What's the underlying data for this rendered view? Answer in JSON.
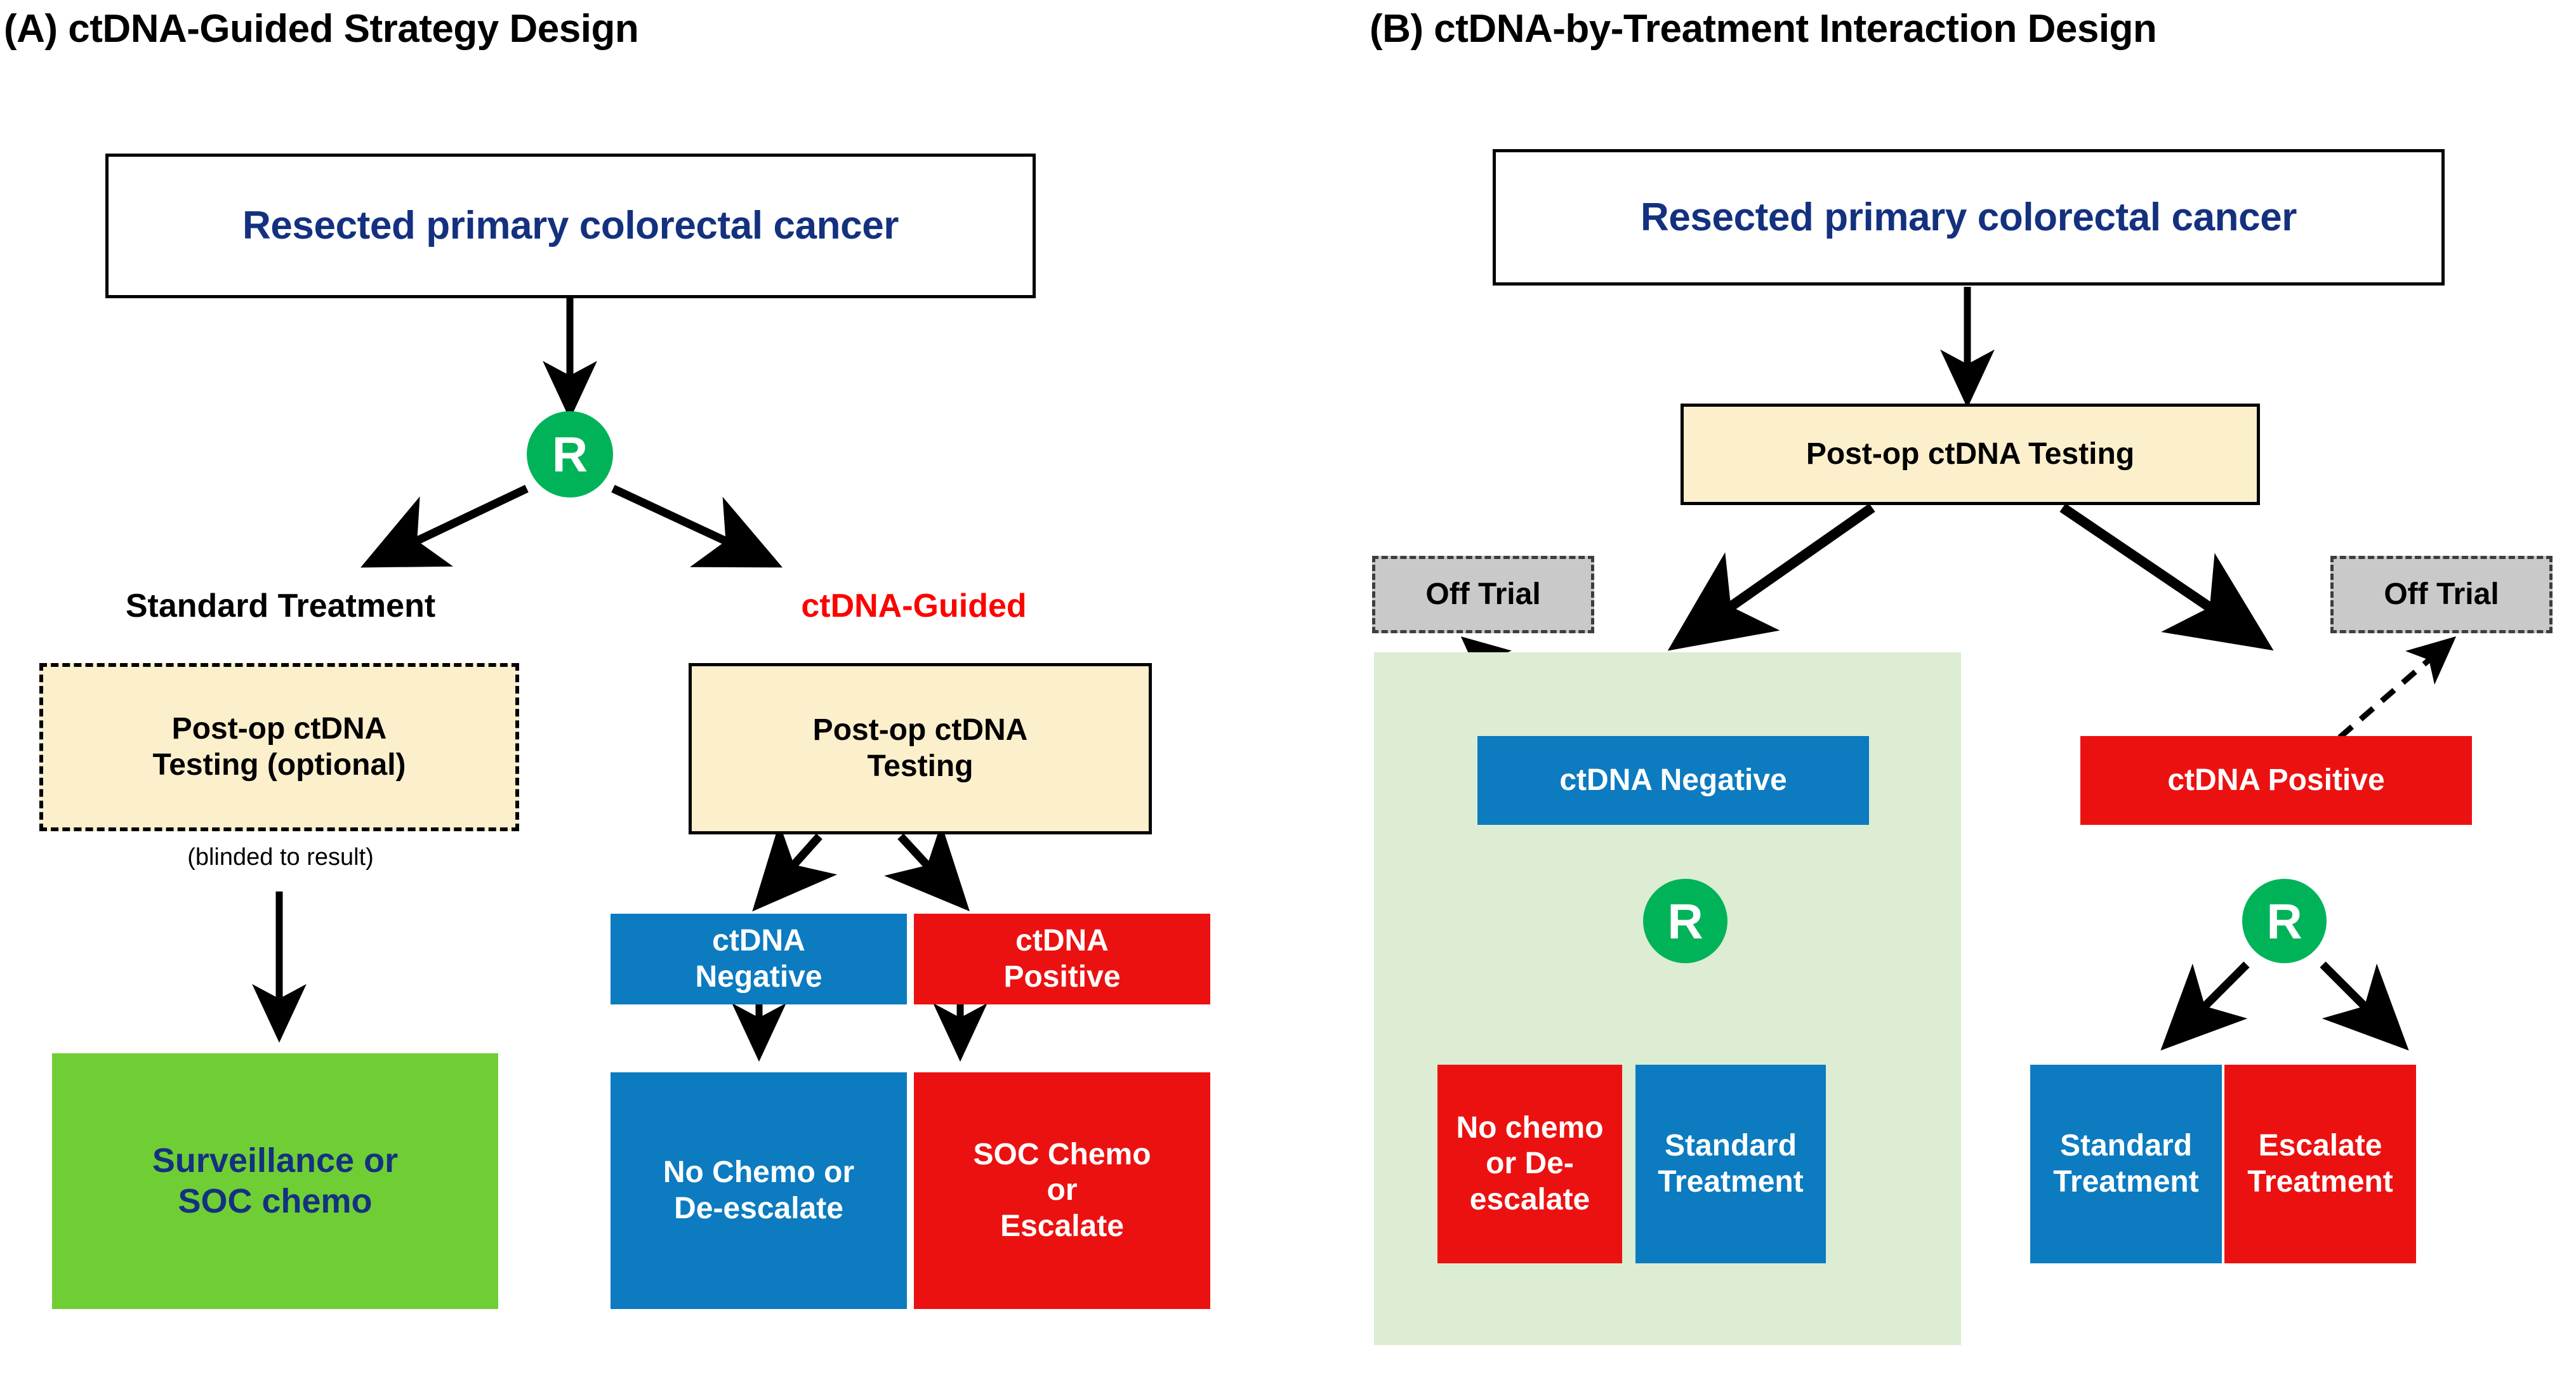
{
  "figure": {
    "background": "#ffffff",
    "panels": [
      {
        "id": "A",
        "title": "(A) ctDNA-Guided Strategy Design",
        "head_box": "Resected primary colorectal cancer",
        "randomization_symbol": "R",
        "arms": [
          {
            "label": "Standard Treatment",
            "label_color": "#000000",
            "nodes": [
              {
                "text": "Post-op ctDNA Testing (optional)",
                "fill": "#FCEFCC",
                "border": "dashed"
              },
              {
                "text": "Surveillance or SOC chemo",
                "fill": "#70CE35",
                "text_color": "#14317F"
              }
            ],
            "note": "(blinded to result)"
          },
          {
            "label": "ctDNA-Guided",
            "label_color": "#FF0000",
            "nodes": [
              {
                "text": "Post-op ctDNA Testing",
                "fill": "#FCEFCC",
                "border": "solid"
              },
              {
                "text": "ctDNA Negative",
                "fill": "#0C7BC0",
                "text_color": "#FFFFFF"
              },
              {
                "text": "ctDNA Positive",
                "fill": "#EC1111",
                "text_color": "#FFFFFF"
              },
              {
                "text": "No Chemo or De-escalate",
                "fill": "#0C7BC0",
                "text_color": "#FFFFFF"
              },
              {
                "text": "SOC Chemo or Escalate",
                "fill": "#EC1111",
                "text_color": "#FFFFFF"
              }
            ]
          }
        ]
      },
      {
        "id": "B",
        "title": "(B) ctDNA-by-Treatment Interaction Design",
        "head_box": "Resected primary colorectal cancer",
        "testing_box": "Post-op ctDNA Testing",
        "randomization_symbol": "R",
        "off_trial_left": "Off Trial",
        "off_trial_right": "Off Trial",
        "branches": [
          {
            "status": "ctDNA Negative",
            "status_fill": "#0C7BC0",
            "shaded": true,
            "shade_color": "#DCEDD3",
            "outcomes": [
              {
                "text": "No chemo or De-escalate",
                "fill": "#EC1111",
                "text_color": "#FFFFFF"
              },
              {
                "text": "Standard Treatment",
                "fill": "#0C7BC0",
                "text_color": "#FFFFFF"
              }
            ]
          },
          {
            "status": "ctDNA Positive",
            "status_fill": "#EC1111",
            "shaded": false,
            "outcomes": [
              {
                "text": "Standard Treatment",
                "fill": "#0C7BC0",
                "text_color": "#FFFFFF"
              },
              {
                "text": "Escalate Treatment",
                "fill": "#EC1111",
                "text_color": "#FFFFFF"
              }
            ]
          }
        ]
      }
    ],
    "palette": {
      "navy_text": "#14317F",
      "blue_box": "#0C7BC0",
      "red_box": "#EC1111",
      "green_box": "#70CE35",
      "cream_box": "#FCEFCC",
      "gray_box": "#C9C9C9",
      "randomize_green": "#00B359",
      "shade_green": "#DCEDD3",
      "accent_red_text": "#FF0000"
    }
  },
  "panelA": {
    "title": "(A) ctDNA-Guided Strategy Design",
    "head": "Resected primary colorectal cancer",
    "r": "R",
    "arm_standard_label": "Standard Treatment",
    "arm_ctdna_label": "ctDNA-Guided",
    "std_testing_line1": "Post-op ctDNA",
    "std_testing_line2": "Testing (optional)",
    "std_note": "(blinded to result)",
    "std_outcome_line1": "Surveillance or",
    "std_outcome_line2": "SOC chemo",
    "ct_testing_line1": "Post-op ctDNA",
    "ct_testing_line2": "Testing",
    "ct_neg_line1": "ctDNA",
    "ct_neg_line2": "Negative",
    "ct_pos_line1": "ctDNA",
    "ct_pos_line2": "Positive",
    "ct_neg_out_line1": "No Chemo or",
    "ct_neg_out_line2": "De-escalate",
    "ct_pos_out_line1": "SOC Chemo",
    "ct_pos_out_line2": "or",
    "ct_pos_out_line3": "Escalate"
  },
  "panelB": {
    "title": "(B) ctDNA-by-Treatment Interaction Design",
    "head": "Resected primary colorectal cancer",
    "testing": "Post-op ctDNA Testing",
    "off_trial_left": "Off Trial",
    "off_trial_right": "Off Trial",
    "neg_status": "ctDNA Negative",
    "pos_status": "ctDNA Positive",
    "r_left": "R",
    "r_right": "R",
    "neg_out_left_line1": "No chemo",
    "neg_out_left_line2": "or De-",
    "neg_out_left_line3": "escalate",
    "neg_out_right_line1": "Standard",
    "neg_out_right_line2": "Treatment",
    "pos_out_left_line1": "Standard",
    "pos_out_left_line2": "Treatment",
    "pos_out_right_line1": "Escalate",
    "pos_out_right_line2": "Treatment"
  }
}
